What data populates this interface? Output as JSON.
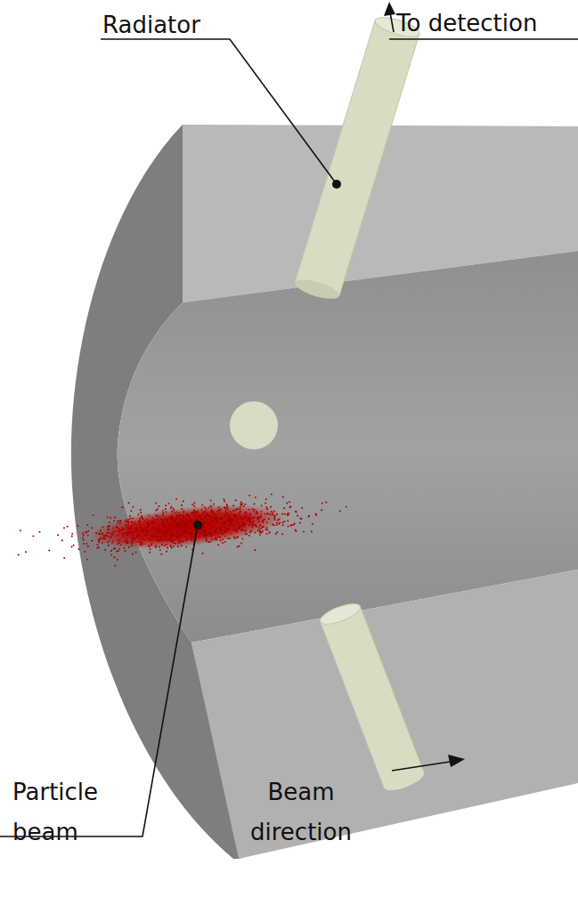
{
  "diagram": {
    "labels": [
      "Radiator",
      "To detection",
      "Particle beam",
      "Beam direction"
    ]
  }
}
